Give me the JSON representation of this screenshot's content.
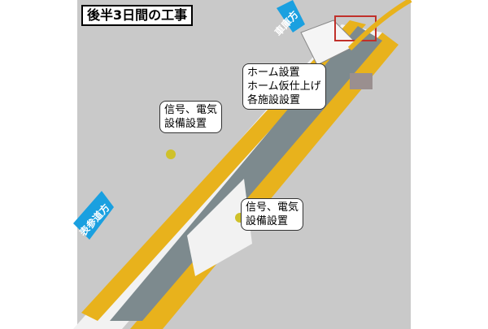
{
  "title": "後半3日間の工事",
  "directions": {
    "depot": "車庫方",
    "omotesando": "表参道方"
  },
  "callouts": {
    "platform": [
      "ホーム設置",
      "ホーム仮仕上げ",
      "各施設設置"
    ],
    "signal_left": [
      "信号、電気",
      "設備設置"
    ],
    "signal_right": [
      "信号、電気",
      "設備設置"
    ]
  },
  "colors": {
    "ground": "#c9c9c9",
    "platform": "#7d8a8e",
    "edge": "#e8b21c",
    "arrow": "#1aa0e0"
  }
}
